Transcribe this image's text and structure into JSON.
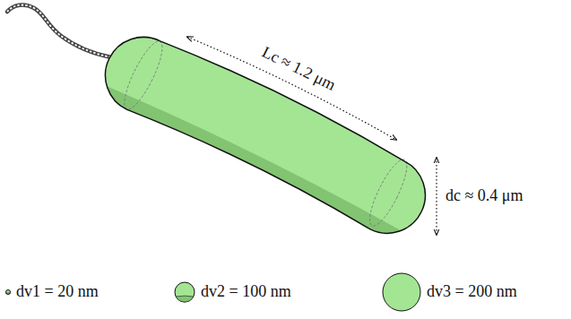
{
  "diagram": {
    "labels": [
      "Lc ≈ 1.2 μm",
      "dc ≈ 0.4 μm"
    ],
    "legend": [
      {
        "text": "dv1 = 20 nm"
      },
      {
        "text": "dv2 = 100 nm"
      },
      {
        "text": "dv3 = 200 nm"
      }
    ]
  }
}
